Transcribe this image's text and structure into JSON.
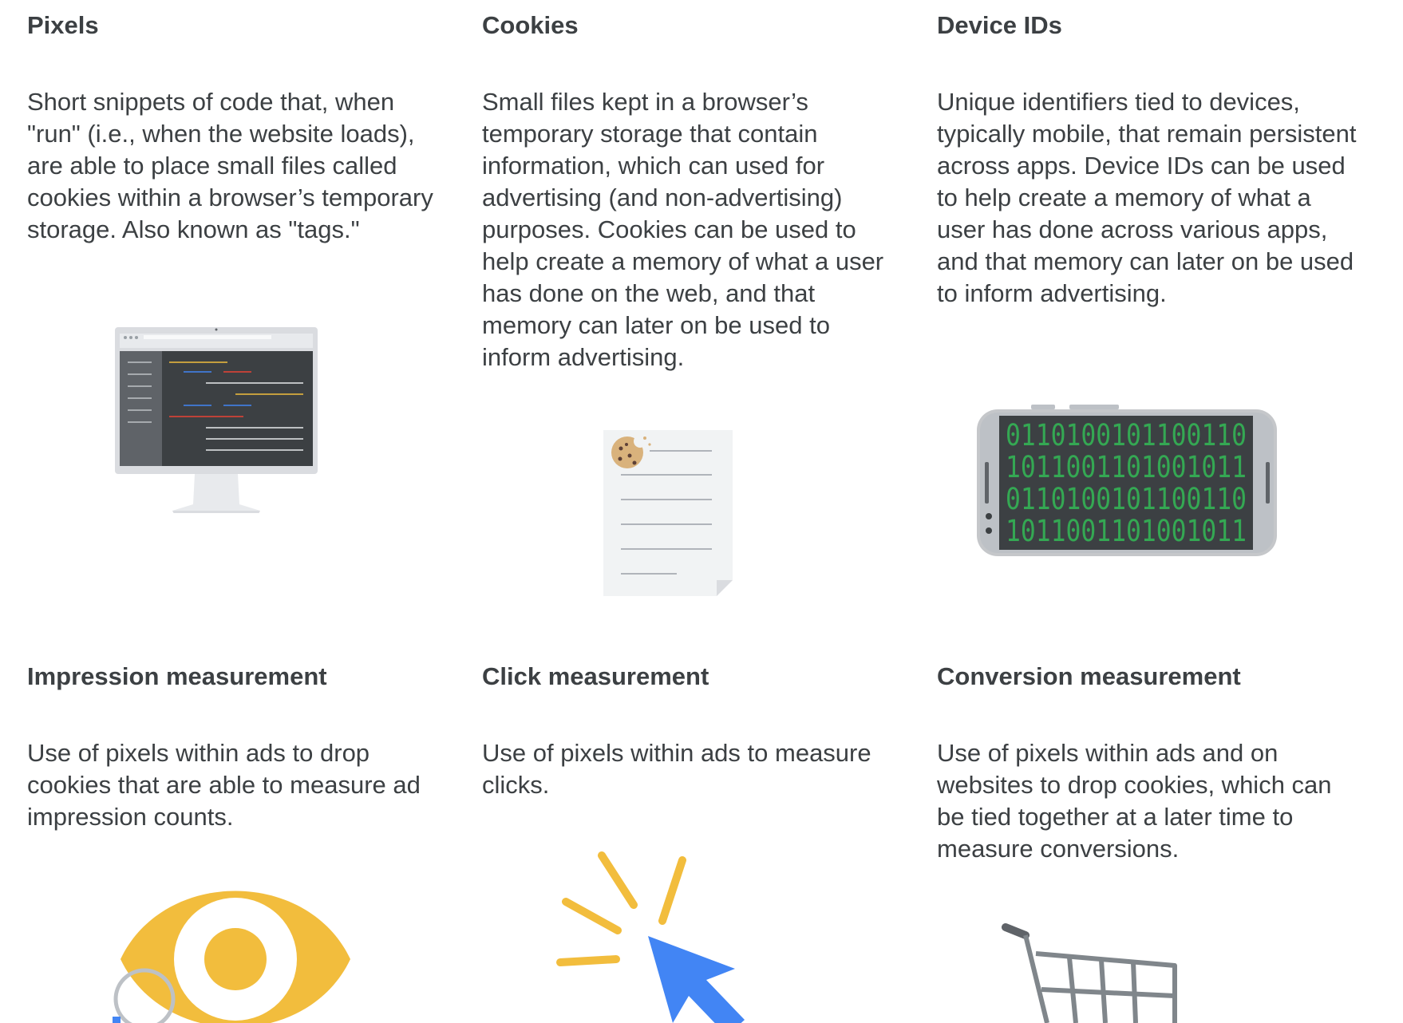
{
  "cards": [
    {
      "title": "Pixels",
      "description": "Short snippets of code that, when \"run\" (i.e., when the website loads), are able to place small files called cookies within a browser’s temporary storage. Also known as \"tags.\"",
      "icon": "monitor-code-icon"
    },
    {
      "title": "Cookies",
      "description": "Small files kept in a browser’s temporary storage that contain information, which can used for advertising (and non-advertising) purposes. Cookies can be used to help create a memory of what a user has done on the web, and that memory can later on be used to inform advertising.",
      "icon": "cookie-document-icon"
    },
    {
      "title": "Device IDs",
      "description": "Unique identifiers tied to devices, typically mobile, that remain persistent across apps. Device IDs can be used to help create a memory of what a user has done across various apps, and that memory can later on be used to inform advertising.",
      "icon": "phone-binary-icon"
    },
    {
      "title": "Impression measurement",
      "description": "Use of pixels within ads to drop cookies that are able to measure ad impression counts.",
      "icon": "eye-icon"
    },
    {
      "title": "Click measurement",
      "description": "Use of pixels within ads to measure clicks.",
      "icon": "cursor-click-icon"
    },
    {
      "title": "Conversion measurement",
      "description": "Use of pixels within ads and on websites to drop cookies, which can be tied together at a later time to measure conversions.",
      "icon": "shopping-cart-icon"
    }
  ],
  "binary_rows": [
    "0110100101100110",
    "1011001101001011",
    "0110100101100110",
    "1011001101001011"
  ],
  "colors": {
    "text": "#3c4043",
    "yellow": "#f2bd3d",
    "blue": "#4285f4",
    "green": "#34a853",
    "gray": "#80868b"
  }
}
